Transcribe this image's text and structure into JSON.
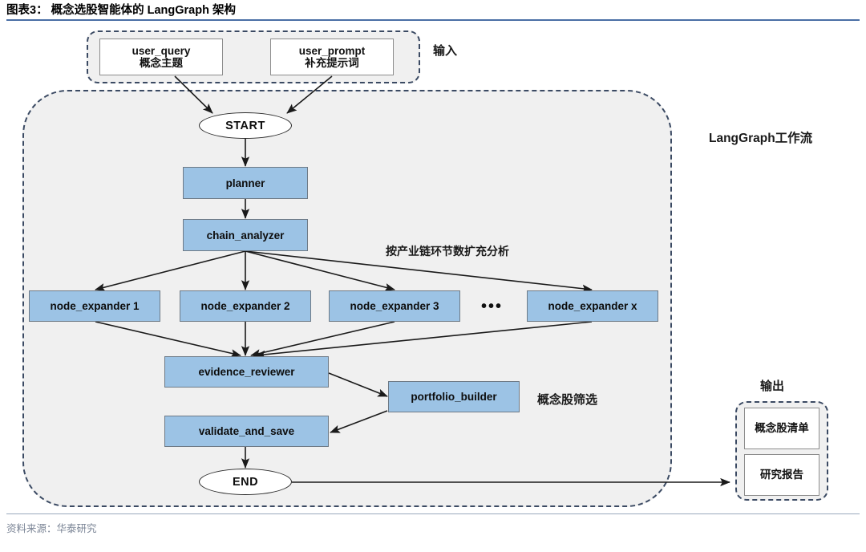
{
  "header": {
    "title": "图表3： 概念选股智能体的 LangGraph 架构",
    "accent_color": "#4a6fa5"
  },
  "footer": {
    "source": "资料来源：华泰研究"
  },
  "groups": {
    "input_label": "输入",
    "workflow_label_cn": "工作流",
    "workflow_label_en": "LangGraph",
    "output_label": "输出",
    "screen_label": "概念股筛选",
    "expand_label": "按产业链环节数扩充分析"
  },
  "inputs": [
    {
      "en": "user_query",
      "cn": "概念主题"
    },
    {
      "en": "user_prompt",
      "cn": "补充提示词"
    }
  ],
  "terminals": {
    "start": "START",
    "end": "END"
  },
  "nodes": {
    "planner": "planner",
    "chain_analyzer": "chain_analyzer",
    "evidence_reviewer": "evidence_reviewer",
    "portfolio_builder": "portfolio_builder",
    "validate_and_save": "validate_and_save"
  },
  "expanders": [
    "node_expander 1",
    "node_expander 2",
    "node_expander 3",
    "node_expander x"
  ],
  "expander_ellipsis": "•••",
  "outputs": [
    "概念股清单",
    "研究报告"
  ],
  "colors": {
    "process_fill": "#9cc3e5",
    "process_border": "#6e7a86",
    "container_fill": "#f0f0f0",
    "container_border": "#3b4a63",
    "arrow": "#1a1a1a",
    "title_rule": "#4a6fa5",
    "footer_text": "#7b8596"
  }
}
